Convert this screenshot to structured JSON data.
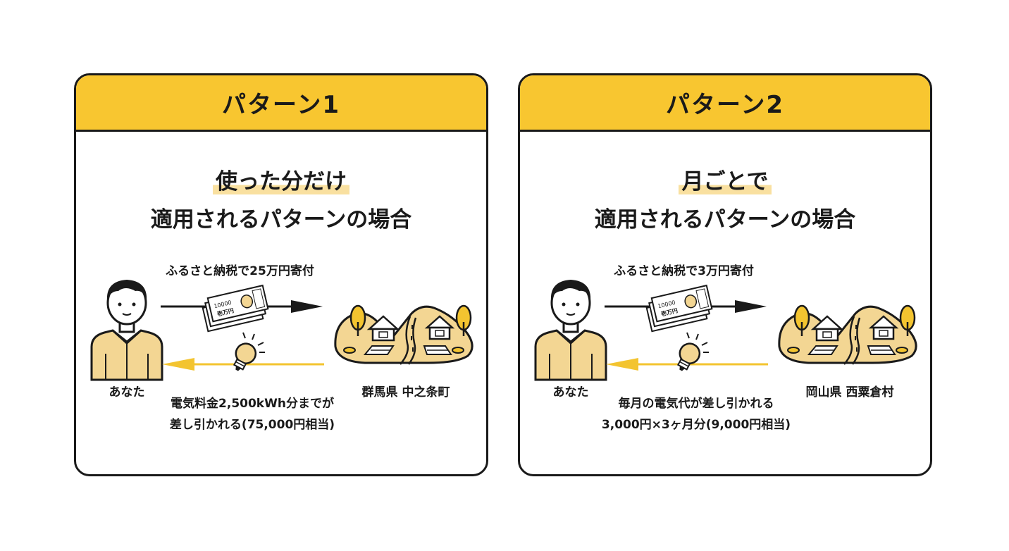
{
  "colors": {
    "accent": "#f8c630",
    "dark": "#1a1a1a",
    "skin": "#f3d693"
  },
  "patterns": [
    {
      "title": "パターン1",
      "heading_highlight": "使った分だけ",
      "heading_rest": "適用されるパターンの場合",
      "donation_label": "ふるさと納税で25万円寄付",
      "person_label": "あなた",
      "municipality_label": "群馬県 中之条町",
      "benefit_line1": "電気料金2,500kWh分までが",
      "benefit_line2": "差し引かれる(75,000円相当)",
      "banknote_text": "壱万円"
    },
    {
      "title": "パターン2",
      "heading_highlight": "月ごとで",
      "heading_rest": "適用されるパターンの場合",
      "donation_label": "ふるさと納税で3万円寄付",
      "person_label": "あなた",
      "municipality_label": "岡山県 西粟倉村",
      "benefit_line1": "毎月の電気代が差し引かれる",
      "benefit_line2": "3,000円×3ヶ月分(9,000円相当)",
      "banknote_text": "壱万円"
    }
  ]
}
